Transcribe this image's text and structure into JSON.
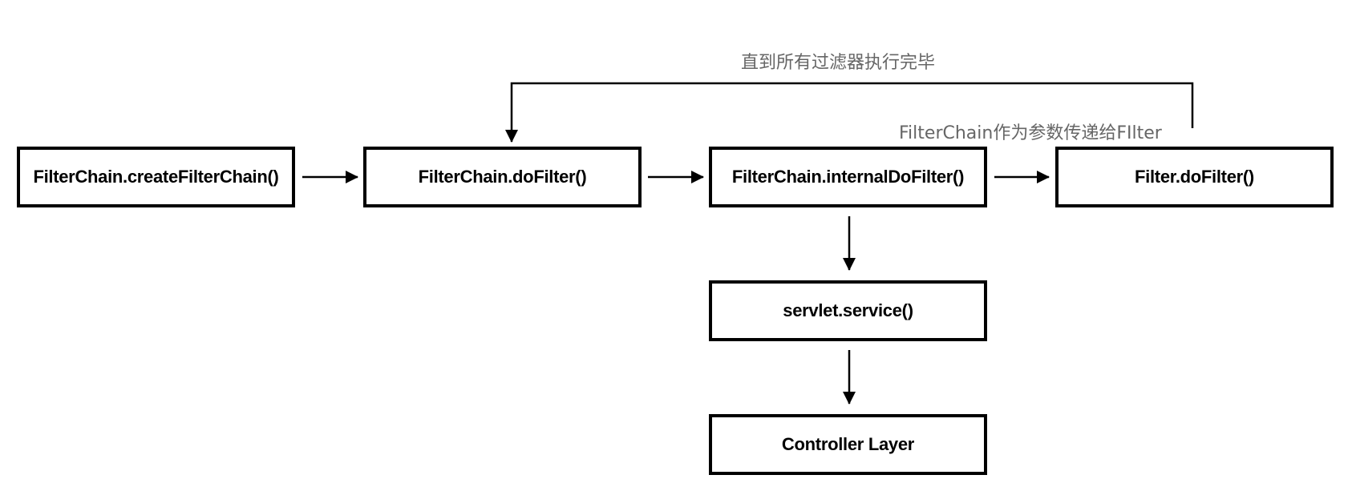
{
  "diagram": {
    "nodes": {
      "create_chain": "FilterChain.createFilterChain()",
      "do_filter_chain": "FilterChain.doFilter()",
      "internal_do_filter": "FilterChain.internalDoFilter()",
      "filter_do_filter": "Filter.doFilter()",
      "servlet_service": "servlet.service()",
      "controller_layer": "Controller Layer"
    },
    "annotations": {
      "loop_label": "直到所有过滤器执行完毕",
      "param_label": "FilterChain作为参数传递给FIlter"
    },
    "colors": {
      "stroke": "#000000",
      "annotation_text": "#666666"
    }
  }
}
